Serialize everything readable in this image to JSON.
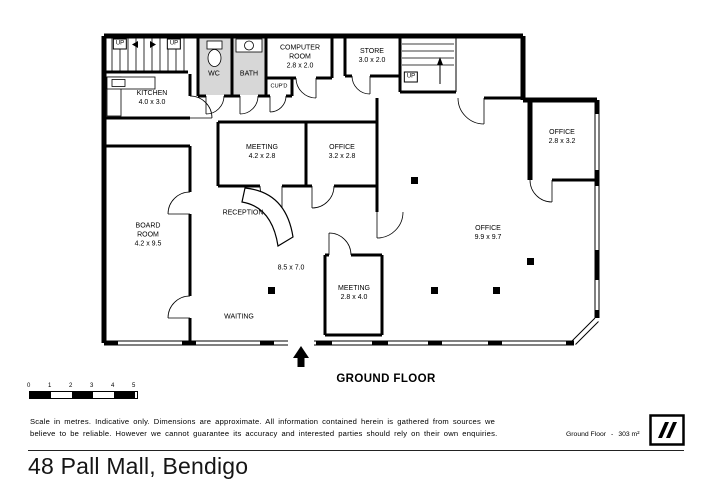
{
  "page": {
    "floor_caption": "GROUND FLOOR",
    "title": "48 Pall Mall, Bendigo"
  },
  "rooms": {
    "kitchen": {
      "name": "KITCHEN",
      "dims": "4.0 x 3.0"
    },
    "wc": {
      "name": "WC"
    },
    "bath": {
      "name": "BATH"
    },
    "cupd": {
      "name": "CUP'D"
    },
    "computer_room": {
      "name": "COMPUTER ROOM",
      "dims": "2.8 x 2.0"
    },
    "store": {
      "name": "STORE",
      "dims": "3.0 x 2.0"
    },
    "meeting_front": {
      "name": "MEETING",
      "dims": "4.2 x 2.8"
    },
    "office_front": {
      "name": "OFFICE",
      "dims": "3.2 x 2.8"
    },
    "office_ne": {
      "name": "OFFICE",
      "dims": "2.8 x 3.2"
    },
    "board_room": {
      "name": "BOARD ROOM",
      "dims": "4.2 x 9.5"
    },
    "reception": {
      "name": "RECEPTION"
    },
    "open_area": {
      "dims": "8.5 x 7.0"
    },
    "office_main": {
      "name": "OFFICE",
      "dims": "9.9 x 9.7"
    },
    "meeting_rear": {
      "name": "MEETING",
      "dims": "2.8 x 4.0"
    },
    "waiting": {
      "name": "WAITING"
    }
  },
  "stairs": {
    "up_left_1": "UP",
    "up_left_2": "UP",
    "up_right": "UP"
  },
  "scale_bar": {
    "ticks": [
      "0",
      "1",
      "2",
      "3",
      "4",
      "5"
    ]
  },
  "disclaimer": {
    "line1": "Scale in metres.  Indicative only.  Dimensions are approximate.   All information contained herein is gathered from sources we",
    "line2": "believe to be reliable.  However we cannot guarantee its accuracy and interested parties should rely on their own enquiries."
  },
  "footer": {
    "area_label": "Ground Floor",
    "area_sep": "-",
    "area_value": "303 m²"
  }
}
